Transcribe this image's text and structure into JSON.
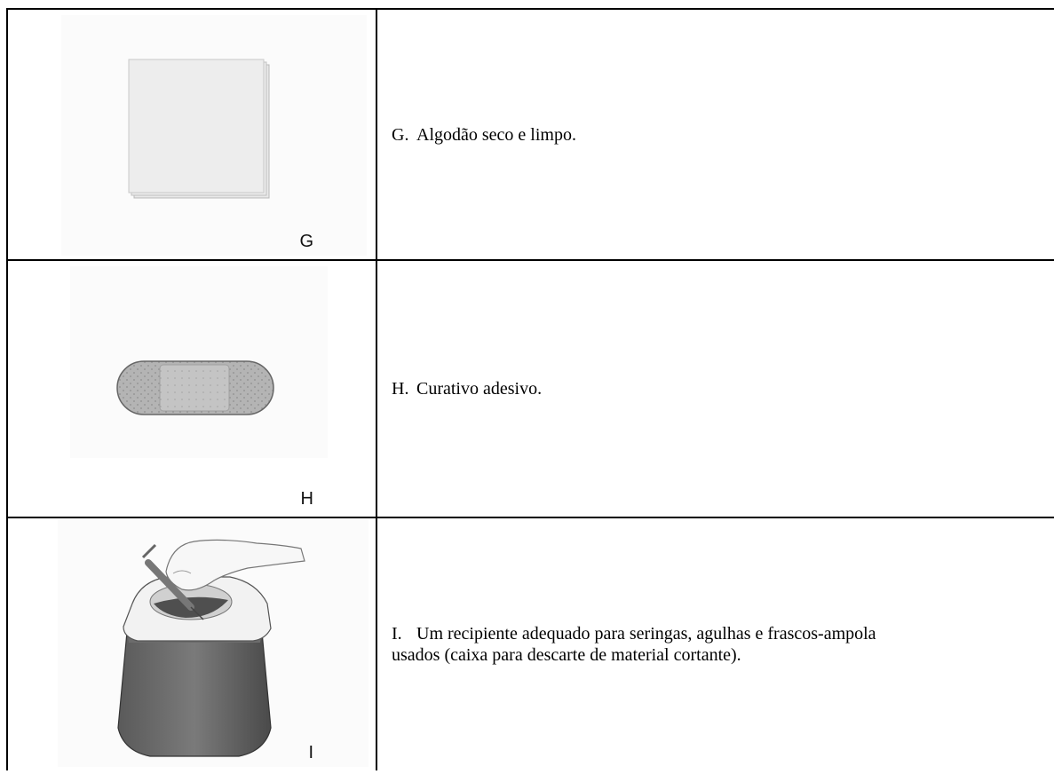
{
  "rows": [
    {
      "figure_label": "G",
      "letter": "G.",
      "text": "Algodão seco e limpo.",
      "icon": "cotton-pad-icon"
    },
    {
      "figure_label": "H",
      "letter": "H.",
      "text": "Curativo adesivo.",
      "icon": "adhesive-bandage-icon"
    },
    {
      "figure_label": "I",
      "letter": "I.",
      "text_line1": "Um recipiente adequado para seringas, agulhas e frascos-ampola",
      "text_line2": "usados (caixa para descarte de material cortante).",
      "icon": "sharps-container-icon"
    }
  ]
}
